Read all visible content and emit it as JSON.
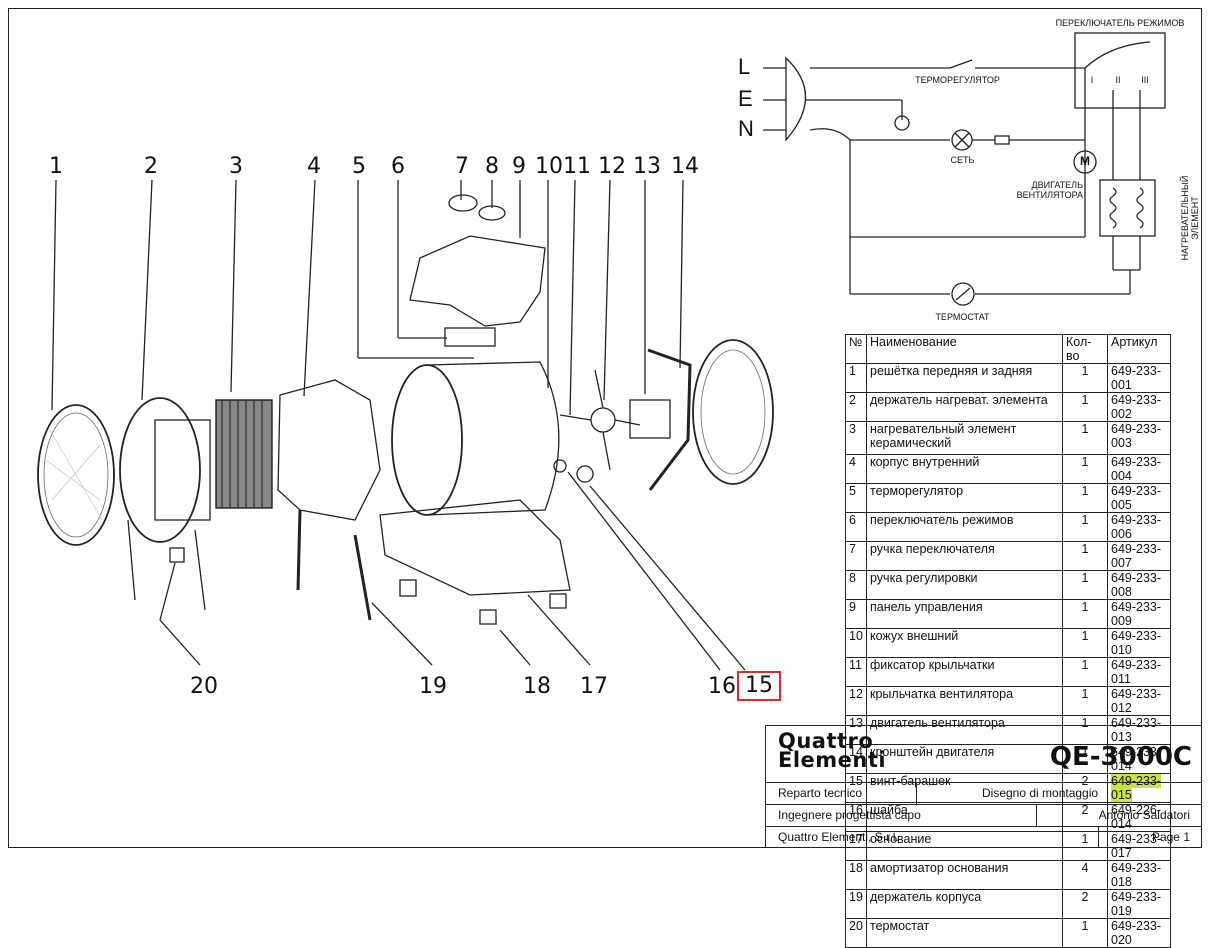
{
  "callouts": {
    "c1": "1",
    "c2": "2",
    "c3": "3",
    "c4": "4",
    "c5": "5",
    "c6": "6",
    "c7": "7",
    "c8": "8",
    "c9": "9",
    "c10": "10",
    "c11": "11",
    "c12": "12",
    "c13": "13",
    "c14": "14",
    "c15": "15",
    "c16": "16",
    "c17": "17",
    "c18": "18",
    "c19": "19",
    "c20": "20"
  },
  "schematic": {
    "mode_switch": "ПЕРЕКЛЮЧАТЕЛЬ РЕЖИМОВ",
    "thermoregulator": "ТЕРМОРЕГУЛЯТОР",
    "network": "СЕТЬ",
    "fan_motor": "ДВИГАТЕЛЬ\nВЕНТИЛЯТОРА",
    "heating_element": "НАГРЕВАТЕЛЬНЫЙ\nЭЛЕМЕНТ",
    "thermostat": "ТЕРМОСТАТ",
    "motor_symbol": "M",
    "terminal_L": "L",
    "terminal_E": "E",
    "terminal_N": "N",
    "pos_I": "I",
    "pos_II": "II",
    "pos_III": "III"
  },
  "parts_table": {
    "headers": [
      "№",
      "Наименование",
      "Кол-во",
      "Артикул"
    ],
    "rows": [
      [
        "1",
        "решётка передняя и задняя",
        "1",
        "649-233-001"
      ],
      [
        "2",
        "держатель нагреват. элемента",
        "1",
        "649-233-002"
      ],
      [
        "3",
        "нагревательный элемент керамический",
        "1",
        "649-233-003"
      ],
      [
        "4",
        "корпус внутренний",
        "1",
        "649-233-004"
      ],
      [
        "5",
        "терморегулятор",
        "1",
        "649-233-005"
      ],
      [
        "6",
        "переключатель режимов",
        "1",
        "649-233-006"
      ],
      [
        "7",
        "ручка переключателя",
        "1",
        "649-233-007"
      ],
      [
        "8",
        "ручка регулировки",
        "1",
        "649-233-008"
      ],
      [
        "9",
        "панель управления",
        "1",
        "649-233-009"
      ],
      [
        "10",
        "кожух внешний",
        "1",
        "649-233-010"
      ],
      [
        "11",
        "фиксатор крыльчатки",
        "1",
        "649-233-011"
      ],
      [
        "12",
        "крыльчатка вентилятора",
        "1",
        "649-233-012"
      ],
      [
        "13",
        "двигатель вентилятора",
        "1",
        "649-233-013"
      ],
      [
        "14",
        "кронштейн двигателя",
        "1",
        "649-233-014"
      ],
      [
        "15",
        "винт-барашек",
        "2",
        "649-233-015"
      ],
      [
        "16",
        "шайба",
        "2",
        "649-226-014"
      ],
      [
        "17",
        "основание",
        "1",
        "649-233-017"
      ],
      [
        "18",
        "амортизатор основания",
        "4",
        "649-233-018"
      ],
      [
        "19",
        "держатель корпуса",
        "2",
        "649-233-019"
      ],
      [
        "20",
        "термостат",
        "1",
        "649-233-020"
      ]
    ],
    "highlight_color": "#c8e63c"
  },
  "title_block": {
    "logo": "Quattro\nElementi",
    "model": "QE-3000C",
    "department": "Reparto tecnico",
    "drawing_type": "Disegno di montaggio",
    "role": "Ingegnere progettista capo",
    "engineer": "Antonio Saldatori",
    "company": "Quattro Elementi, S.r.l.",
    "page": "Page 1"
  },
  "highlight_outline_color": "#e02a2a"
}
